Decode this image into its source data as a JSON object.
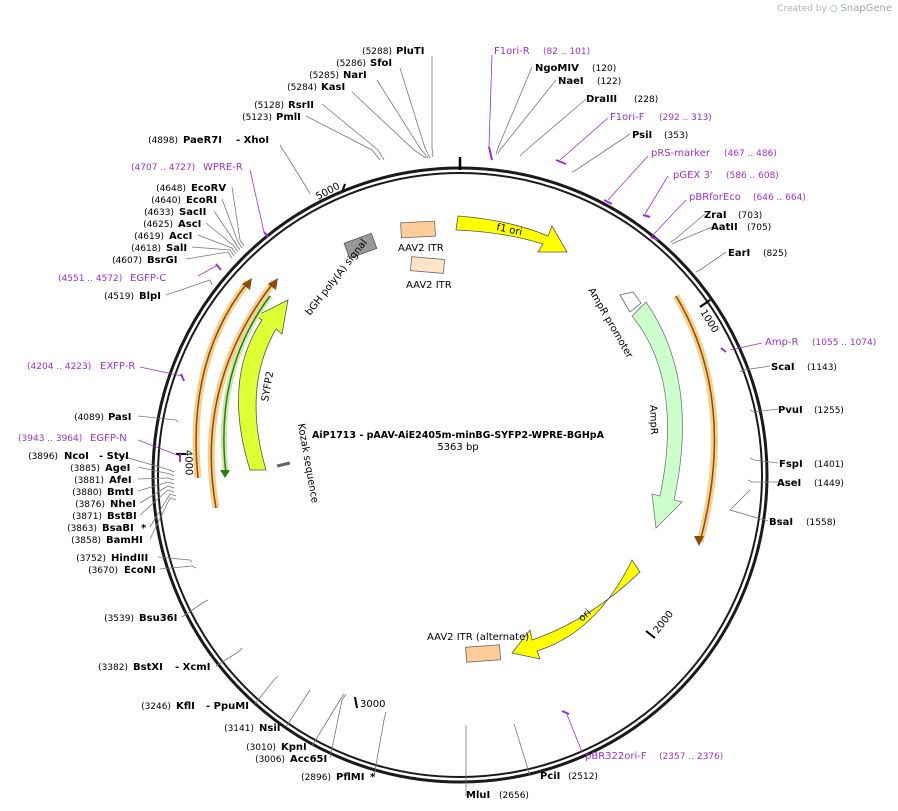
{
  "watermark": {
    "prefix": "Created by",
    "brand": "SnapGene"
  },
  "center": {
    "title": "AiP1713 - pAAV-AiE2405m-minBG-SYFP2-WPRE-BGHpA",
    "length": "5363 bp"
  },
  "ruler_labels": [
    "1000",
    "2000",
    "3000",
    "4000",
    "5000"
  ],
  "sites": [
    {
      "name": "PluTI",
      "pos": "(5288)"
    },
    {
      "name": "SfoI",
      "pos": "(5286)"
    },
    {
      "name": "NarI",
      "pos": "(5285)"
    },
    {
      "name": "KasI",
      "pos": "(5284)"
    },
    {
      "name": "RsrII",
      "pos": "(5128)"
    },
    {
      "name": "PmlI",
      "pos": "(5123)"
    },
    {
      "name": "PaeR7I",
      "pos": "(4898)",
      "extra": "- XhoI"
    },
    {
      "name": "EcoRV",
      "pos": "(4648)"
    },
    {
      "name": "EcoRI",
      "pos": "(4640)"
    },
    {
      "name": "SacII",
      "pos": "(4633)"
    },
    {
      "name": "AscI",
      "pos": "(4625)"
    },
    {
      "name": "AccI",
      "pos": "(4619)"
    },
    {
      "name": "SalI",
      "pos": "(4618)"
    },
    {
      "name": "BsrGI",
      "pos": "(4607)"
    },
    {
      "name": "BlpI",
      "pos": "(4519)"
    },
    {
      "name": "PasI",
      "pos": "(4089)"
    },
    {
      "name": "NcoI",
      "pos": "(3896)",
      "extra": "- StyI"
    },
    {
      "name": "AgeI",
      "pos": "(3885)"
    },
    {
      "name": "AfeI",
      "pos": "(3881)"
    },
    {
      "name": "BmtI",
      "pos": "(3880)"
    },
    {
      "name": "NheI",
      "pos": "(3876)"
    },
    {
      "name": "BstBI",
      "pos": "(3871)"
    },
    {
      "name": "BsaBI",
      "pos": "(3863)",
      "extra": "*"
    },
    {
      "name": "BamHI",
      "pos": "(3858)"
    },
    {
      "name": "HindIII",
      "pos": "(3752)"
    },
    {
      "name": "EcoNI",
      "pos": "(3670)"
    },
    {
      "name": "Bsu36I",
      "pos": "(3539)"
    },
    {
      "name": "BstXI",
      "pos": "(3382)",
      "extra": "- XcmI"
    },
    {
      "name": "KflI",
      "pos": "(3246)",
      "extra": "- PpuMI"
    },
    {
      "name": "NsiI",
      "pos": "(3141)"
    },
    {
      "name": "KpnI",
      "pos": "(3010)"
    },
    {
      "name": "Acc65I",
      "pos": "(3006)"
    },
    {
      "name": "PflMI",
      "pos": "(2896)",
      "extra": "*"
    },
    {
      "name": "MluI",
      "pos": "(2656)"
    },
    {
      "name": "PciI",
      "pos": "(2512)"
    },
    {
      "name": "BsaI",
      "pos": "(1558)"
    },
    {
      "name": "AseI",
      "pos": "(1449)"
    },
    {
      "name": "FspI",
      "pos": "(1401)"
    },
    {
      "name": "PvuI",
      "pos": "(1255)"
    },
    {
      "name": "ScaI",
      "pos": "(1143)"
    },
    {
      "name": "EarI",
      "pos": "(825)"
    },
    {
      "name": "AatII",
      "pos": "(705)"
    },
    {
      "name": "ZraI",
      "pos": "(703)"
    },
    {
      "name": "PsiI",
      "pos": "(353)"
    },
    {
      "name": "DraIII",
      "pos": "(228)"
    },
    {
      "name": "NaeI",
      "pos": "(122)"
    },
    {
      "name": "NgoMIV",
      "pos": "(120)"
    }
  ],
  "primers": [
    {
      "name": "F1ori-R",
      "range": "(82 .. 101)"
    },
    {
      "name": "F1ori-F",
      "range": "(292 .. 313)"
    },
    {
      "name": "pRS-marker",
      "range": "(467 .. 486)"
    },
    {
      "name": "pGEX 3'",
      "range": "(586 .. 608)"
    },
    {
      "name": "pBRforEco",
      "range": "(646 .. 664)"
    },
    {
      "name": "Amp-R",
      "range": "(1055 .. 1074)"
    },
    {
      "name": "pBR322ori-F",
      "range": "(2357 .. 2376)"
    },
    {
      "name": "EGFP-N",
      "range": "(3943 .. 3964)"
    },
    {
      "name": "EXFP-R",
      "range": "(4204 .. 4223)"
    },
    {
      "name": "EGFP-C",
      "range": "(4551 .. 4572)"
    },
    {
      "name": "WPRE-R",
      "range": "(4707 .. 4727)"
    }
  ],
  "features": [
    {
      "name": "f1 ori"
    },
    {
      "name": "AAV2 ITR"
    },
    {
      "name": "AAV2 ITR"
    },
    {
      "name": "AmpR promoter"
    },
    {
      "name": "AmpR"
    },
    {
      "name": "ori"
    },
    {
      "name": "AAV2 ITR (alternate)"
    },
    {
      "name": "bGH poly(A) signal"
    },
    {
      "name": "SYFP2"
    },
    {
      "name": "Kozak sequence"
    }
  ],
  "colors": {
    "backbone": "#1a1a1a",
    "enzyme_text": "#000000",
    "primer": "#9b30d0",
    "yellow_feature": "#ffff00",
    "ampr": "#ccffcc",
    "itr": "#ffcc99",
    "polya": "#999999",
    "syfp2": "#ddff33",
    "orange_arc": "#e8a23a"
  }
}
